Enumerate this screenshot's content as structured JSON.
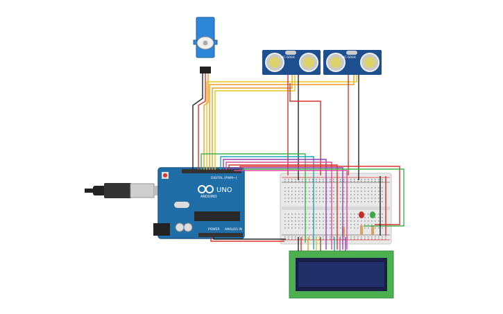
{
  "arduino": {
    "brand": "UNO",
    "sub": "ARDUINO",
    "digital_label": "DIGITAL (PWM~)",
    "power_label": "POWER",
    "analog_label": "ANALOG IN"
  },
  "sensors": [
    {
      "label": "HC-SR04"
    },
    {
      "label": "HC-SR04"
    }
  ],
  "colors": {
    "board_blue": "#1f6ea8",
    "sensor_blue": "#1d4f8e",
    "servo_blue": "#2e86d6",
    "lcd_green": "#4caf50",
    "lcd_screen": "#1f2a55",
    "wire_red": "#d9302b",
    "wire_black": "#222222",
    "wire_orange": "#f29a1f",
    "wire_yellow": "#e7c51a",
    "wire_green": "#3db34a",
    "wire_teal": "#1aa5b8",
    "wire_purple": "#8e3fb5",
    "wire_pink": "#d94a9c",
    "wire_brown": "#8a5a2b"
  },
  "components": {
    "servo": "servo-motor",
    "leds": [
      "red-led",
      "green-led"
    ],
    "lcd": "lcd-16x2"
  }
}
